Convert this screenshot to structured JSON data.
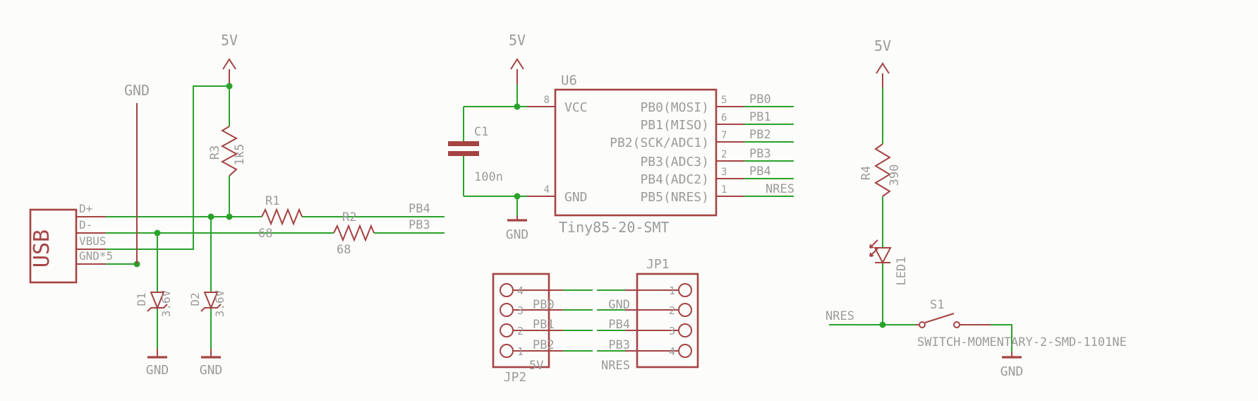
{
  "colors": {
    "bg": "#fcfcfa",
    "wire": "#2aa22a",
    "symbol": "#a54343",
    "label": "#9b9b9b"
  },
  "power": {
    "v5": "5V",
    "gnd": "GND"
  },
  "usb": {
    "name": "USB",
    "pins": [
      "D+",
      "D-",
      "VBUS",
      "GND*5"
    ]
  },
  "nets": {
    "pb4": "PB4",
    "pb3": "PB3",
    "nres": "NRES"
  },
  "resistors": {
    "r1": {
      "name": "R1",
      "value": "68"
    },
    "r2": {
      "name": "R2",
      "value": "68"
    },
    "r3": {
      "name": "R3",
      "value": "1k5"
    },
    "r4": {
      "name": "R4",
      "value": "390"
    }
  },
  "diodes": {
    "d1": {
      "name": "D1",
      "value": "3.6V"
    },
    "d2": {
      "name": "D2",
      "value": "3.6V"
    }
  },
  "capacitors": {
    "c1": {
      "name": "C1",
      "value": "100n"
    }
  },
  "ic": {
    "name": "U6",
    "value": "Tiny85-20-SMT",
    "left_pins": [
      {
        "num": "8",
        "name": "VCC"
      },
      {
        "num": "4",
        "name": "GND"
      }
    ],
    "right_pins": [
      {
        "num": "5",
        "name": "PB0(MOSI)",
        "net": "PB0"
      },
      {
        "num": "6",
        "name": "PB1(MISO)",
        "net": "PB1"
      },
      {
        "num": "7",
        "name": "PB2(SCK/ADC1)",
        "net": "PB2"
      },
      {
        "num": "2",
        "name": "PB3(ADC3)",
        "net": "PB3"
      },
      {
        "num": "3",
        "name": "PB4(ADC2)",
        "net": "PB4"
      },
      {
        "num": "1",
        "name": "PB5(NRES)",
        "net": "NRES"
      }
    ]
  },
  "headers": {
    "jp2": {
      "name": "JP2",
      "rows": [
        {
          "num": "4",
          "net": "PB0"
        },
        {
          "num": "3",
          "net": "PB1"
        },
        {
          "num": "2",
          "net": "PB2"
        },
        {
          "num": "1",
          "net": "5V"
        }
      ]
    },
    "jp1": {
      "name": "JP1",
      "rows": [
        {
          "num": "1",
          "net": "GND"
        },
        {
          "num": "2",
          "net": "PB4"
        },
        {
          "num": "3",
          "net": "PB3"
        },
        {
          "num": "4",
          "net": "NRES"
        }
      ]
    }
  },
  "led": {
    "name": "LED1"
  },
  "switch": {
    "name": "S1",
    "value": "SWITCH-MOMENTARY-2-SMD-1101NE"
  }
}
